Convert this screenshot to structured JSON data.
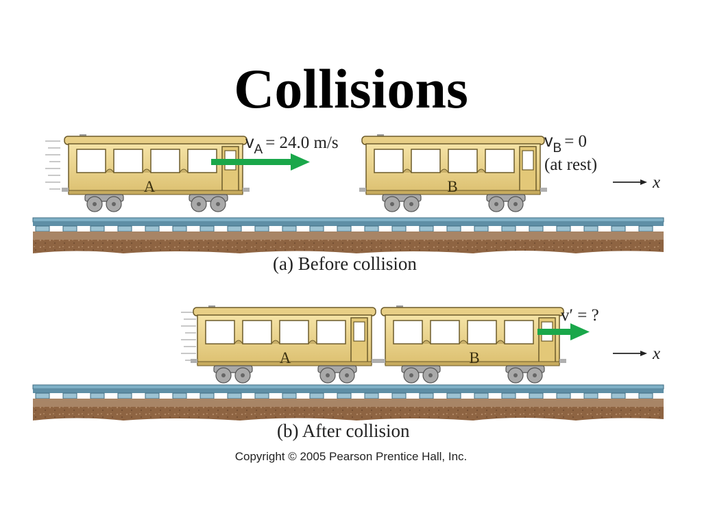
{
  "title": "Collisions",
  "panel_a": {
    "caption": "(a)  Before collision",
    "car_a_letter": "A",
    "car_b_letter": "B",
    "vA_symbol": "v",
    "vA_subscript": "A",
    "vA_value": "= 24.0 m/s",
    "vB_symbol": "v",
    "vB_subscript": "B",
    "vB_value": "= 0",
    "vB_note": "(at rest)",
    "axis_label": "x"
  },
  "panel_b": {
    "caption": "(b)  After collision",
    "car_a_letter": "A",
    "car_b_letter": "B",
    "v_prime": "v′ = ?",
    "axis_label": "x"
  },
  "copyright": "Copyright © 2005 Pearson Prentice Hall, Inc.",
  "colors": {
    "car_body": "#ecd488",
    "car_outline": "#6b5a2a",
    "velocity_arrow": "#1aa74a",
    "rail": "#5f8fa6",
    "ground": "#8a6040"
  }
}
